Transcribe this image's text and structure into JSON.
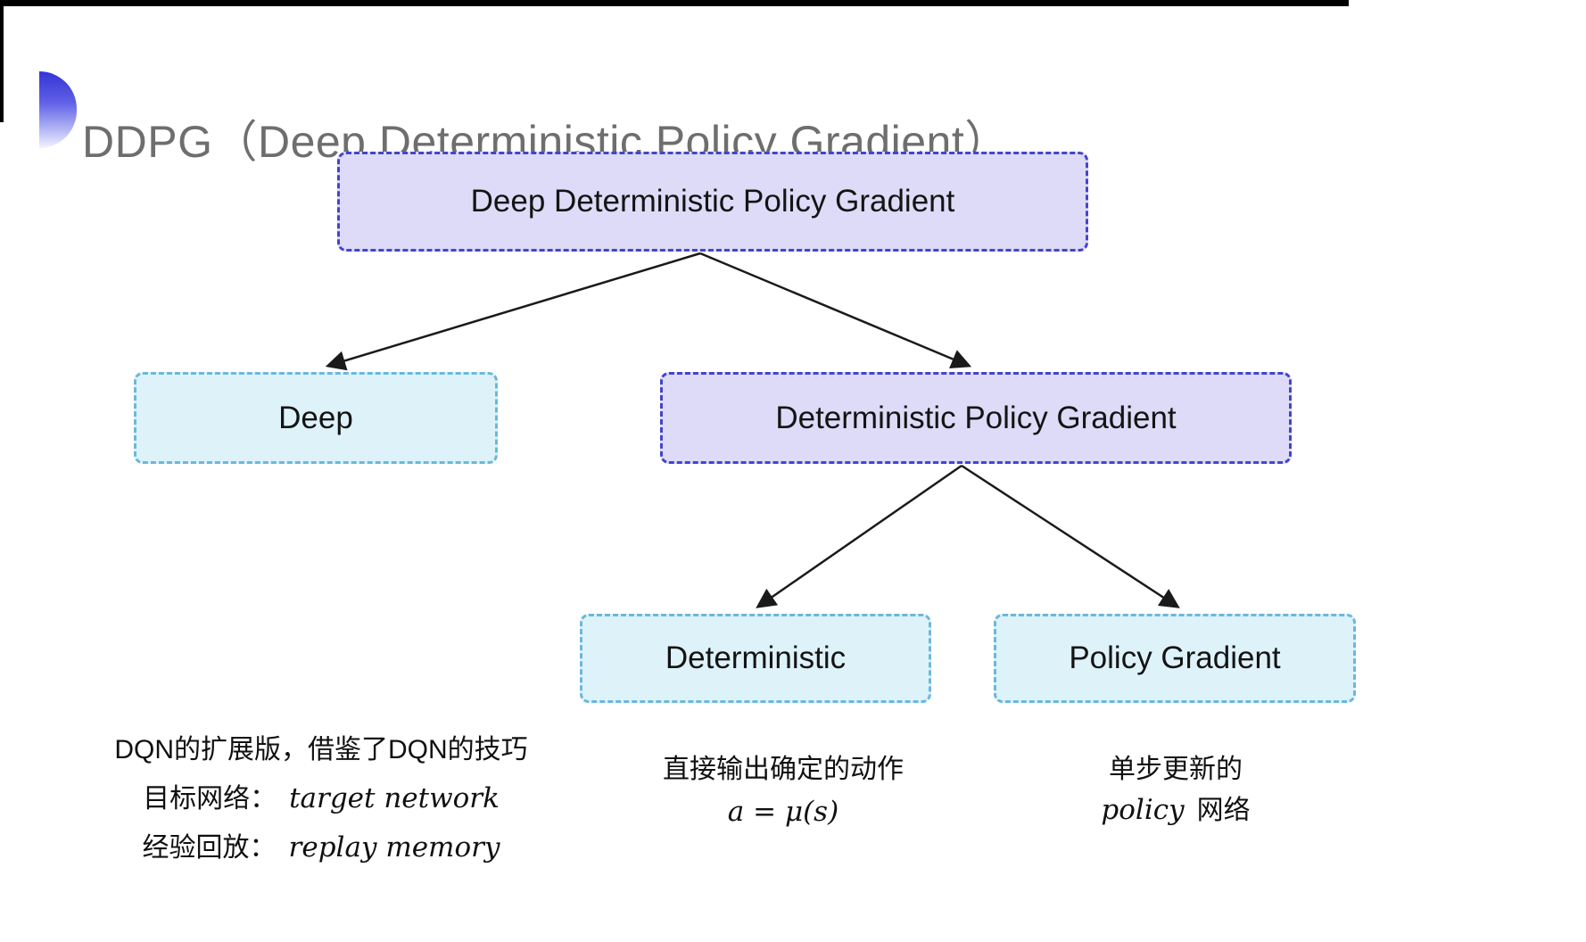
{
  "header": {
    "title": "DDPG（Deep Deterministic Policy Gradient）",
    "title_color": "#6e6e6e",
    "accent_color": "#3434d6"
  },
  "diagram": {
    "nodes": {
      "root": {
        "label": "Deep Deterministic Policy Gradient",
        "variant": "purple"
      },
      "deep": {
        "label": "Deep",
        "variant": "cyan"
      },
      "dpg": {
        "label": "Deterministic Policy Gradient",
        "variant": "purple"
      },
      "det": {
        "label": "Deterministic",
        "variant": "cyan"
      },
      "pg": {
        "label": "Policy Gradient",
        "variant": "cyan"
      }
    },
    "colors": {
      "purple_fill": "#dddbf7",
      "purple_border": "#4444cd",
      "cyan_fill": "#def2fa",
      "cyan_border": "#6ab8de",
      "arrow": "#1a1a1a"
    }
  },
  "notes": {
    "dqn": {
      "line1": "DQN的扩展版，借鉴了DQN的技巧",
      "line2_label": "目标网络：",
      "line2_value": "target network",
      "line3_label": "经验回放：",
      "line3_value": "replay memory"
    },
    "deterministic": {
      "line1": "直接输出确定的动作",
      "formula": "a = μ(s)"
    },
    "policy": {
      "line1": "单步更新的",
      "word_italic": "policy",
      "word_rest": "网络"
    }
  }
}
